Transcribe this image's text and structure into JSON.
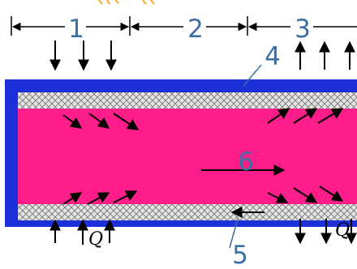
{
  "zones": {
    "zone_1": "1",
    "zone_2": "2",
    "zone_3": "3"
  },
  "callouts": {
    "label_4": "4",
    "label_5": "5",
    "label_6": "6"
  },
  "heat_flux": {
    "left_symbol": "Q",
    "right_symbol": "Q"
  },
  "colors": {
    "outer_wall": "#1d2fd8",
    "hot_core": "#ff1d8a",
    "insulation_layer": "#e4e4e4",
    "label_text": "#3d6fa0",
    "arrow": "#000000",
    "top_edge_fragment": "#f6a623"
  }
}
